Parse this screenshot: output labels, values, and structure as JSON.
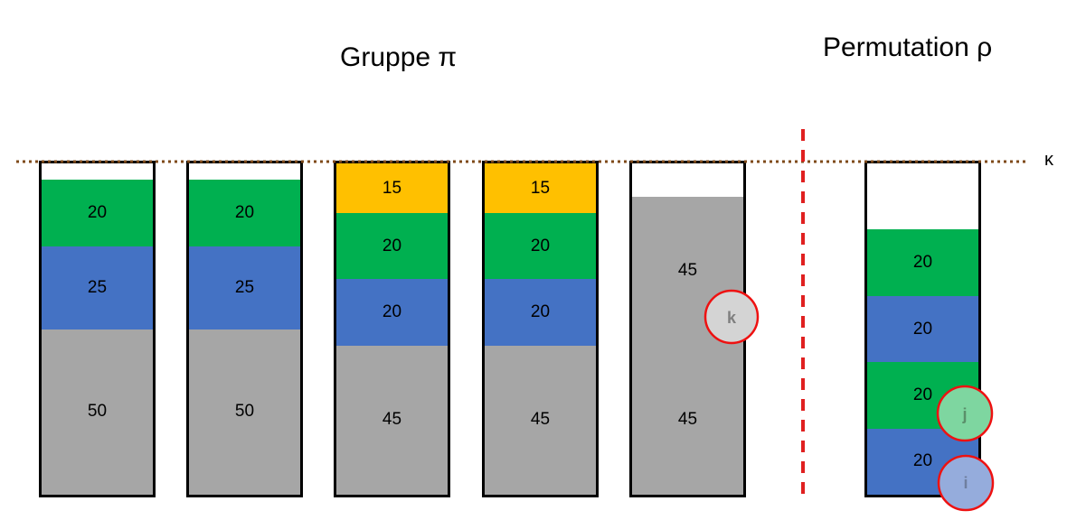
{
  "titles": {
    "group": "Gruppe π",
    "permutation": "Permutation ρ"
  },
  "threshold_label": "κ",
  "colors": {
    "gray": "#a6a6a6",
    "green": "#00b050",
    "blue": "#4472c4",
    "yellow": "#ffc000",
    "divider": "#e02020",
    "threshold": "#7f4a1a",
    "circle": "#ee1111"
  },
  "group_bins": [
    {
      "segments": [
        {
          "value": 50,
          "color": "gray"
        },
        {
          "value": 25,
          "color": "blue"
        },
        {
          "value": 20,
          "color": "green"
        }
      ]
    },
    {
      "segments": [
        {
          "value": 50,
          "color": "gray"
        },
        {
          "value": 25,
          "color": "blue"
        },
        {
          "value": 20,
          "color": "green"
        }
      ]
    },
    {
      "segments": [
        {
          "value": 45,
          "color": "gray"
        },
        {
          "value": 20,
          "color": "blue"
        },
        {
          "value": 20,
          "color": "green"
        },
        {
          "value": 15,
          "color": "yellow"
        }
      ]
    },
    {
      "segments": [
        {
          "value": 45,
          "color": "gray"
        },
        {
          "value": 20,
          "color": "blue"
        },
        {
          "value": 20,
          "color": "green"
        },
        {
          "value": 15,
          "color": "yellow"
        }
      ]
    },
    {
      "segments": [
        {
          "value": 45,
          "color": "gray"
        },
        {
          "value": 45,
          "color": "gray"
        }
      ]
    }
  ],
  "permutation_bin": {
    "segments": [
      {
        "value": 20,
        "color": "blue"
      },
      {
        "value": 20,
        "color": "green"
      },
      {
        "value": 20,
        "color": "blue"
      },
      {
        "value": 20,
        "color": "green"
      }
    ]
  },
  "markers": {
    "k": "k",
    "j": "j",
    "i": "i"
  }
}
